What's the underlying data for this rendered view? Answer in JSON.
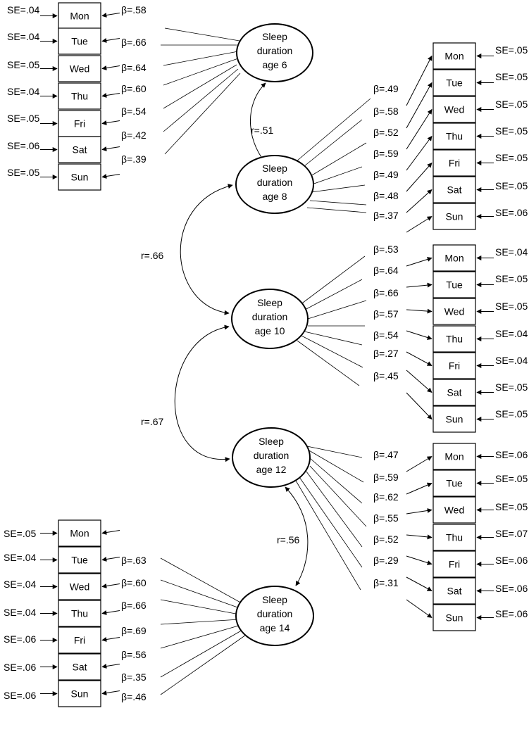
{
  "latents": [
    {
      "id": "age6",
      "lines": [
        "Sleep",
        "duration",
        "age 6"
      ]
    },
    {
      "id": "age8",
      "lines": [
        "Sleep",
        "duration",
        "age 8"
      ]
    },
    {
      "id": "age10",
      "lines": [
        "Sleep",
        "duration",
        "age 10"
      ]
    },
    {
      "id": "age12",
      "lines": [
        "Sleep",
        "duration",
        "age 12"
      ]
    },
    {
      "id": "age14",
      "lines": [
        "Sleep",
        "duration",
        "age 14"
      ]
    }
  ],
  "indicator_groups": [
    {
      "latent": "age6",
      "days": [
        "Mon",
        "Tue",
        "Wed",
        "Thu",
        "Fri",
        "Sat",
        "Sun"
      ],
      "betas": [
        "β=.58",
        "β=.66",
        "β=.64",
        "β=.60",
        "β=.54",
        "β=.42",
        "β=.39"
      ],
      "ses": [
        "SE=.04",
        "SE=.04",
        "SE=.05",
        "SE=.04",
        "SE=.05",
        "SE=.06",
        "SE=.05"
      ]
    },
    {
      "latent": "age8",
      "days": [
        "Mon",
        "Tue",
        "Wed",
        "Thu",
        "Fri",
        "Sat",
        "Sun"
      ],
      "betas": [
        "β=.49",
        "β=.58",
        "β=.52",
        "β=.59",
        "β=.49",
        "β=.48",
        "β=.37"
      ],
      "ses": [
        "SE=.05",
        "SE=.05",
        "SE=.05",
        "SE=.05",
        "SE=.05",
        "SE=.05",
        "SE=.06"
      ]
    },
    {
      "latent": "age10",
      "days": [
        "Mon",
        "Tue",
        "Wed",
        "Thu",
        "Fri",
        "Sat",
        "Sun"
      ],
      "betas": [
        "β=.53",
        "β=.64",
        "β=.66",
        "β=.57",
        "β=.54",
        "β=.27",
        "β=.45"
      ],
      "ses": [
        "SE=.04",
        "SE=.05",
        "SE=.05",
        "SE=.04",
        "SE=.04",
        "SE=.05",
        "SE=.05"
      ]
    },
    {
      "latent": "age12",
      "days": [
        "Mon",
        "Tue",
        "Wed",
        "Thu",
        "Fri",
        "Sat",
        "Sun"
      ],
      "betas": [
        "β=.47",
        "β=.59",
        "β=.62",
        "β=.55",
        "β=.52",
        "β=.29",
        "β=.31"
      ],
      "ses": [
        "SE=.06",
        "SE=.05",
        "SE=.05",
        "SE=.07",
        "SE=.06",
        "SE=.06",
        "SE=.06"
      ]
    },
    {
      "latent": "age14",
      "days": [
        "Mon",
        "Tue",
        "Wed",
        "Thu",
        "Fri",
        "Sat",
        "Sun"
      ],
      "betas": [
        "β=.63",
        "β=.60",
        "β=.66",
        "β=.69",
        "β=.56",
        "β=.35",
        "β=.46"
      ],
      "ses": [
        "SE=.05",
        "SE=.04",
        "SE=.04",
        "SE=.04",
        "SE=.06",
        "SE=.06",
        "SE=.06"
      ]
    }
  ],
  "correlations": [
    {
      "from": "age6",
      "to": "age8",
      "label": "r=.51"
    },
    {
      "from": "age8",
      "to": "age10",
      "label": "r=.66"
    },
    {
      "from": "age10",
      "to": "age12",
      "label": "r=.67"
    },
    {
      "from": "age12",
      "to": "age14",
      "label": "r=.56"
    }
  ]
}
